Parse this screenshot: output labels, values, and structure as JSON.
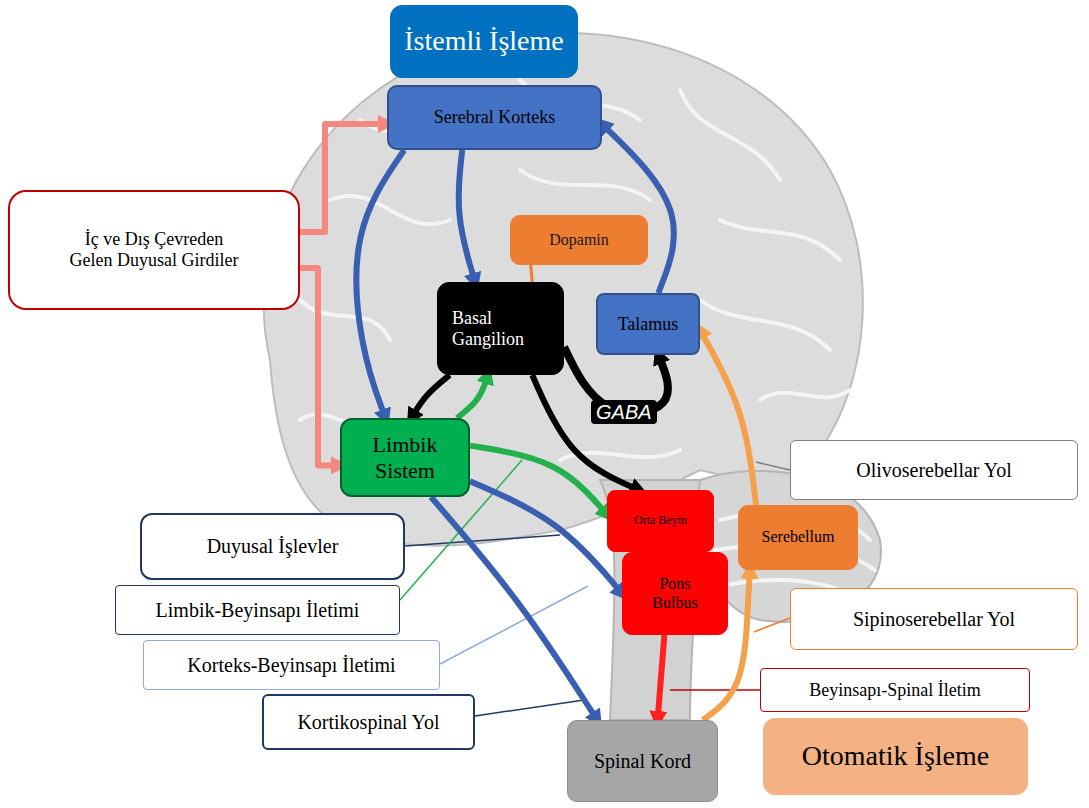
{
  "diagram": {
    "nodes": [
      {
        "text": [
          "İstemli İşleme"
        ]
      },
      {
        "text": [
          "Serebral Korteks"
        ]
      },
      {
        "text": [
          "İç ve Dış Çevreden Gelen Duyusal Girdiler"
        ]
      },
      {
        "text": [
          "Dopamin"
        ]
      },
      {
        "text": [
          "Basal Gangilion"
        ]
      },
      {
        "text": [
          "Talamus"
        ]
      },
      {
        "text": [
          "Limbik Sistem"
        ]
      },
      {
        "text": [
          "Olivoserebellar Yol"
        ]
      },
      {
        "text": [
          "Orta Beyin"
        ]
      },
      {
        "text": [
          "Serebellum"
        ]
      },
      {
        "text": [
          "Duyusal İşlevler"
        ]
      },
      {
        "text": [
          "Pons Bulbus"
        ]
      },
      {
        "text": [
          "Limbik-Beyinsapı İletimi"
        ]
      },
      {
        "text": [
          "Sipinoserebellar Yol"
        ]
      },
      {
        "text": [
          "Korteks-Beyinsapı İletimi"
        ]
      },
      {
        "text": [
          "Beyinsapı-Spinal İletim"
        ]
      },
      {
        "text": [
          "Kortikospinal Yol"
        ]
      },
      {
        "text": [
          "Spinal Kord"
        ]
      },
      {
        "text": [
          "Otomatik İşleme"
        ]
      }
    ],
    "edges": [
      {
        "from": 1,
        "to": 6,
        "arrow": "to"
      },
      {
        "from": 1,
        "to": 4,
        "arrow": "to"
      },
      {
        "from": 5,
        "to": 1,
        "arrow": "to"
      },
      {
        "from": 2,
        "to": 1,
        "arrow": "to"
      },
      {
        "from": 2,
        "to": 6,
        "arrow": "to"
      },
      {
        "from": 3,
        "to": 4,
        "arrow": "none"
      },
      {
        "from": 4,
        "to": 6,
        "arrow": "to"
      },
      {
        "from": 6,
        "to": 4,
        "arrow": "to"
      },
      {
        "from": 4,
        "to": 5,
        "label": "GABA",
        "arrow": "to"
      },
      {
        "from": 4,
        "to": 8,
        "arrow": "to"
      },
      {
        "from": 6,
        "to": 8,
        "arrow": "to"
      },
      {
        "from": 6,
        "to": 11,
        "arrow": "to"
      },
      {
        "from": 6,
        "to": 17,
        "arrow": "to"
      },
      {
        "from": 11,
        "to": 17,
        "arrow": "to"
      },
      {
        "from": 17,
        "to": 9,
        "arrow": "to"
      },
      {
        "from": 9,
        "to": 5,
        "arrow": "to"
      }
    ]
  }
}
